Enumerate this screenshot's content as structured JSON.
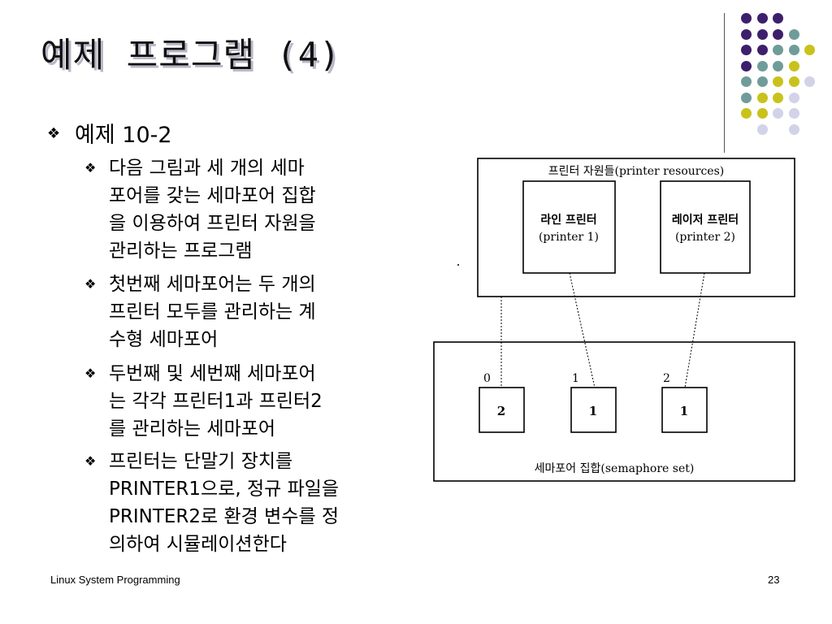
{
  "slide": {
    "title": "예제 프로그램 (4)",
    "bullet_l1": "예제 10-2",
    "bullets_l2": [
      {
        "lines": [
          "다음 그림과 세 개의 세마",
          "포어를 갖는 세마포어 집합",
          "을 이용하여 프린터 자원을",
          "관리하는 프로그램"
        ]
      },
      {
        "lines": [
          "첫번째 세마포어는 두 개의",
          "프린터 모두를 관리하는 계",
          "수형 세마포어"
        ]
      },
      {
        "lines": [
          "두번째 및 세번째 세마포어",
          "는 각각 프린터1과 프린터2",
          "를 관리하는 세마포어"
        ]
      },
      {
        "lines": [
          "프린터는 단말기 장치를",
          "PRINTER1으로, 정규 파일을",
          "PRINTER2로 환경 변수를 정",
          "의하여 시뮬레이션한다"
        ]
      }
    ],
    "bullet_marker": "❖"
  },
  "diagram": {
    "resources_label": "프린터 자원들(printer resources)",
    "printer1_name": "라인 프린터",
    "printer1_id": "(printer 1)",
    "printer2_name": "레이저 프린터",
    "printer2_id": "(printer 2)",
    "semset_label": "세마포어 집합(semaphore set)",
    "sem_indices": [
      "0",
      "1",
      "2"
    ],
    "sem_values": [
      "2",
      "1",
      "1"
    ]
  },
  "footer": {
    "course": "Linux System Programming",
    "page": "23"
  },
  "colors": {
    "purple": "#3d1f6b",
    "teal": "#6f9c9a",
    "olive": "#c9c21c",
    "lavender": "#d2d2e8"
  },
  "dot_grid": [
    [
      "purple",
      "purple",
      "purple",
      null,
      null
    ],
    [
      "purple",
      "purple",
      "purple",
      "teal",
      null
    ],
    [
      "purple",
      "purple",
      "teal",
      "teal",
      "olive"
    ],
    [
      "purple",
      "teal",
      "teal",
      "olive",
      null
    ],
    [
      "teal",
      "teal",
      "olive",
      "olive",
      "lavender"
    ],
    [
      "teal",
      "olive",
      "olive",
      "lavender",
      null
    ],
    [
      "olive",
      "olive",
      "lavender",
      "lavender",
      null
    ],
    [
      null,
      "lavender",
      null,
      "lavender",
      null
    ]
  ]
}
